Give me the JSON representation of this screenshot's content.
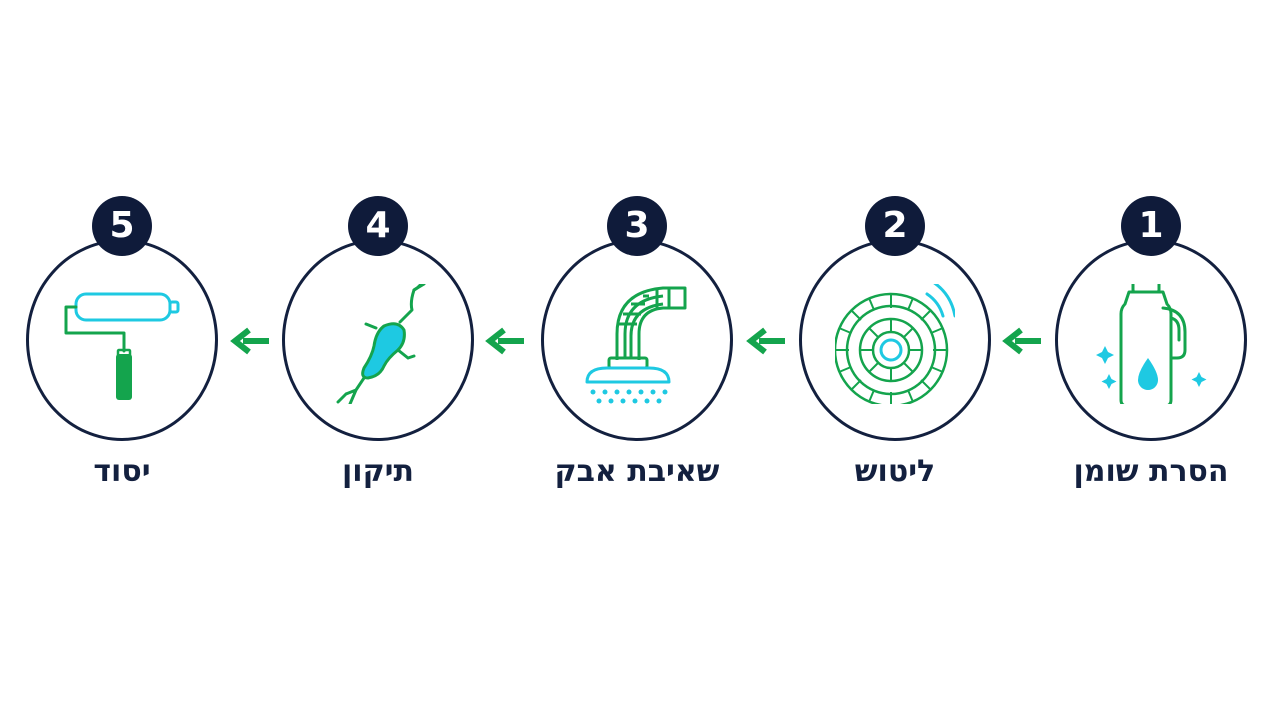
{
  "colors": {
    "navy": "#13203f",
    "badge": "#0f1b3a",
    "green": "#14a44d",
    "cyan": "#1ec9e2"
  },
  "steps": [
    {
      "number": "1",
      "label": "הסרת שומן",
      "icon": "cleaner-bottle-icon"
    },
    {
      "number": "2",
      "label": "ליטוש",
      "icon": "grinding-disc-icon"
    },
    {
      "number": "3",
      "label": "שאיבת אבק",
      "icon": "vacuum-hose-icon"
    },
    {
      "number": "4",
      "label": "תיקון",
      "icon": "crack-repair-icon"
    },
    {
      "number": "5",
      "label": "יסוד",
      "icon": "paint-roller-icon"
    }
  ],
  "flow_direction": "right-to-left"
}
